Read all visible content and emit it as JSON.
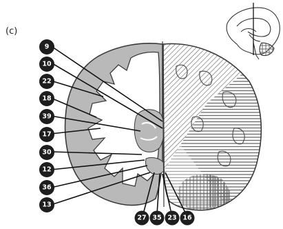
{
  "panel_label": "(c)",
  "left_labels": [
    "9",
    "10",
    "22",
    "18",
    "39",
    "17",
    "30",
    "12",
    "36",
    "13"
  ],
  "bottom_labels": [
    "27",
    "35",
    "23",
    "16"
  ],
  "colors": {
    "badge": "#1e1e1e",
    "cortex_gray": "#b9b9b9",
    "white_matter": "#ffffff",
    "outline": "#3a3a3a",
    "hatch": "#6a6a6a"
  }
}
